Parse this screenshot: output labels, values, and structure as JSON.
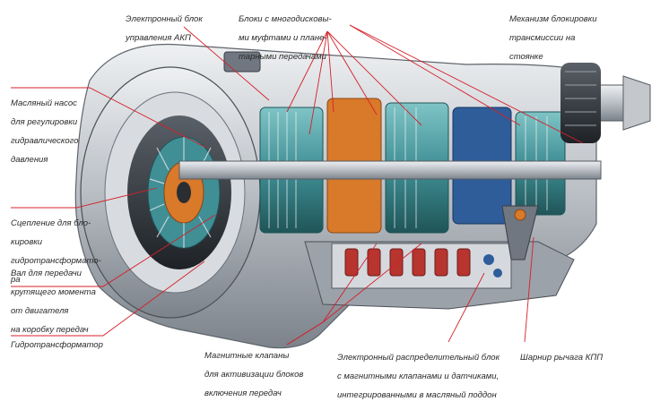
{
  "labels": {
    "tcu": [
      "Электронный блок",
      "управления АКП"
    ],
    "clutch_packs": [
      "Блоки с многодисковы-",
      "ми муфтами и плане-",
      "тарными передачами"
    ],
    "parking_lock": [
      "Механизм блокировки",
      "трансмиссии на",
      "стоянке"
    ],
    "oil_pump": [
      "Масляный насос",
      "для регулировки",
      "гидравлического",
      "давления"
    ],
    "lockup_clutch": [
      "Сцепление для бло-",
      "кировки",
      "гидротрансформато-",
      "ра"
    ],
    "input_shaft": [
      "Вал для передачи",
      "крутящего момента",
      "от двигателя",
      "на коробку передач"
    ],
    "torque_converter": [
      "Гидротрансформатор"
    ],
    "solenoid_valves": [
      "Магнитные клапаны",
      "для активизации блоков",
      "включения передач"
    ],
    "valve_body": [
      "Электронный распределительный блок",
      "с магнитными клапанами и датчиками,",
      "интегрированными в масляный поддон"
    ],
    "shift_lever_joint": [
      "Шарнир рычага КПП"
    ]
  },
  "colors": {
    "leader_line": "#d4202a",
    "housing": "#b9bec4",
    "gear_teal": "#3f8f95",
    "gear_orange": "#d9792a",
    "gear_blue": "#2f5d9a",
    "valve_red": "#b8342f"
  }
}
